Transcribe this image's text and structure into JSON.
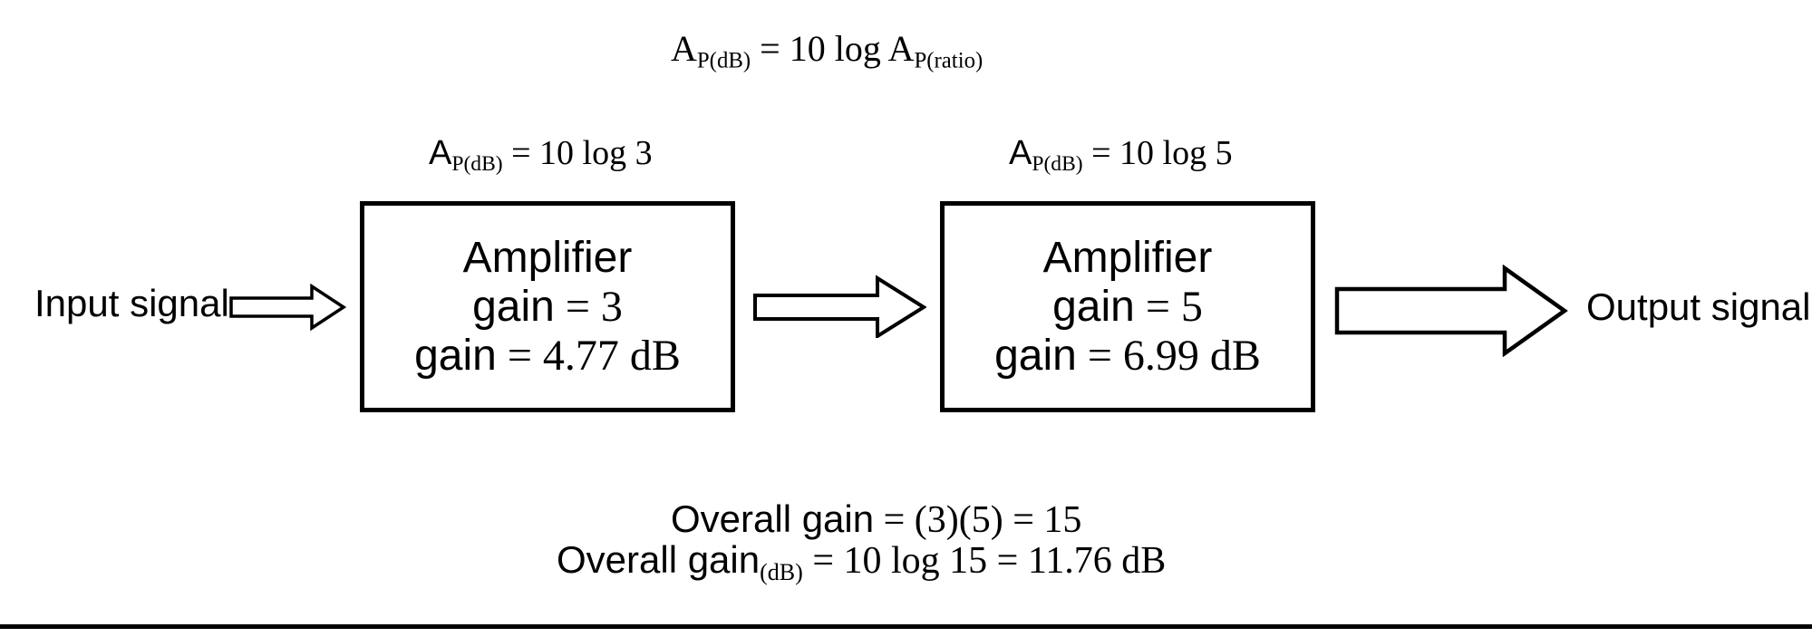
{
  "diagram": {
    "top_formula": {
      "var1": "A",
      "sub1": "P(dB)",
      "mid": " = 10 log ",
      "var2": "A",
      "sub2": "P(ratio)"
    },
    "input_label": "Input signal",
    "output_label": "Output signal",
    "amplifiers": [
      {
        "formula_var": "A",
        "formula_sub": "P(dB)",
        "formula_rest": " = 10 log 3",
        "title": "Amplifier",
        "gain_label": "gain",
        "gain_value": " = 3",
        "gain_db_label": "gain",
        "gain_db_value": " = 4.77 dB"
      },
      {
        "formula_var": "A",
        "formula_sub": "P(dB)",
        "formula_rest": " = 10 log 5",
        "title": "Amplifier",
        "gain_label": "gain",
        "gain_value": " = 5",
        "gain_db_label": "gain",
        "gain_db_value": " = 6.99 dB"
      }
    ],
    "overall_gain": {
      "label": "Overall gain",
      "rest": " = (3)(5) = 15"
    },
    "overall_gain_db": {
      "label": "Overall gain",
      "sub": "(dB)",
      "rest": " = 10 log 15 = 11.76 dB"
    },
    "icons": {
      "input_arrow": "right-block-arrow",
      "interstage_arrow": "right-block-arrow",
      "output_arrow": "right-block-arrow"
    },
    "colors": {
      "ink": "#000000",
      "background": "#ffffff"
    }
  }
}
